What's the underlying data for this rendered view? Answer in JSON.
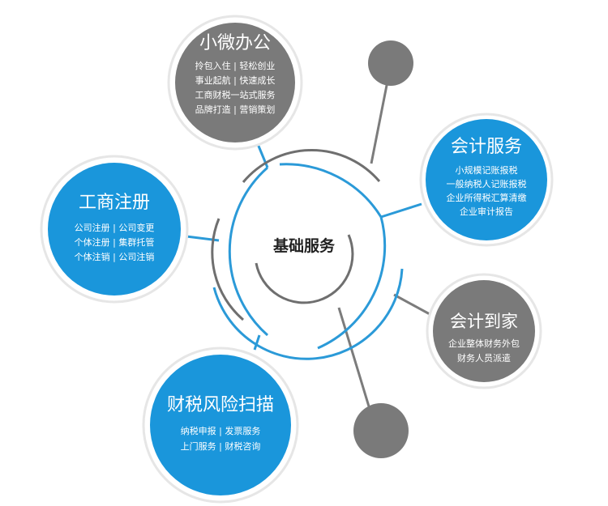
{
  "colors": {
    "blue": "#1a96db",
    "blue_ring": "#2b9ad8",
    "gray": "#7a7a7a",
    "gray_ring": "#6f6f6f",
    "connector_gray": "#7c7c7c",
    "connector_blue": "#2b9ad8",
    "ring_border": "#e6e6e6"
  },
  "center": {
    "label": "基础服务"
  },
  "nodes": {
    "xiaowei": {
      "title": "小微办公",
      "lines": [
        "拎包入住 | 轻松创业",
        "事业起航 | 快速成长",
        "工商财税一站式服务",
        "品牌打造 | 营销策划"
      ]
    },
    "kuaiji": {
      "title": "会计服务",
      "lines": [
        "小规模记账报税",
        "一般纳税人记账报税",
        "企业所得税汇算清缴",
        "企业审计报告"
      ]
    },
    "gongshang": {
      "title": "工商注册",
      "lines": [
        "公司注册 | 公司变更",
        "个体注册 | 集群托管",
        "个体注销 | 公司注销"
      ]
    },
    "daojia": {
      "title": "会计到家",
      "lines": [
        "企业整体财务外包",
        "财务人员派遣"
      ]
    },
    "fengxian": {
      "title": "财税风险扫描",
      "lines": [
        "纳税申报 | 发票服务",
        "上门服务 | 财税咨询"
      ]
    }
  }
}
